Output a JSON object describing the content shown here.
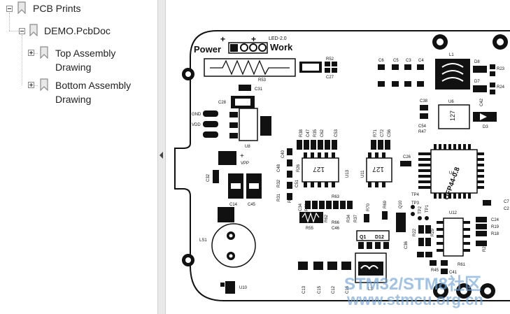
{
  "bookmarks": {
    "root": {
      "label": "PCB Prints",
      "expanded": true
    },
    "doc": {
      "label": "DEMO.PcbDoc",
      "expanded": true
    },
    "items": [
      {
        "label_line1": "Top Assembly",
        "label_line2": "Drawing",
        "expanded": false
      },
      {
        "label_line1": "Bottom Assembly",
        "label_line2": "Drawing",
        "expanded": false
      }
    ]
  },
  "pcb": {
    "labels": {
      "power": "Power",
      "work": "Work",
      "led": "LED-2.0",
      "plus": "+",
      "r52": "R52",
      "c27": "C27",
      "r53": "R53",
      "c31": "C31",
      "c28": "C28",
      "gnd": "GND",
      "vdd": "VDD",
      "u8": "U8",
      "vpp": "VPP",
      "c32": "C32",
      "c14": "C14",
      "c45": "C45",
      "ls1": "LS1",
      "u10": "U10",
      "c6": "C6",
      "c5": "C5",
      "c3": "C3",
      "c4": "C4",
      "l1": "L1",
      "d8": "D8",
      "d7": "D7",
      "r23": "R23",
      "r24": "R24",
      "c38": "C38",
      "u6": "U6",
      "c42": "C42",
      "d3": "D3",
      "r47": "R47",
      "c54": "C54",
      "r38": "R38",
      "c47": "C47",
      "r35": "R35",
      "c62": "C62",
      "c53": "C53",
      "c40": "C40",
      "c48": "C48",
      "r26": "R26",
      "r32": "R32",
      "c51": "C51",
      "r31": "R31",
      "r33": "R33",
      "u13": "U13",
      "u11": "U11",
      "r71": "R71",
      "c72": "C72",
      "c56": "C56",
      "c26": "C26",
      "qfp": "QFP44-0.8",
      "u4": "U4",
      "c34": "C34",
      "r60": "R60",
      "r63": "R63",
      "r62": "R62",
      "r66": "R66",
      "r34": "R34",
      "r37": "R37",
      "r55": "R55",
      "c46": "C46",
      "r70": "R70",
      "r69": "R69",
      "q10": "Q10",
      "tp1": "TP1",
      "tp2": "TP2",
      "tp3": "TP3",
      "tp4": "TP4",
      "q1": "Q1",
      "d12": "D12",
      "u12": "U12",
      "c24": "C24",
      "r19": "R19",
      "r18": "R18",
      "r20": "R20",
      "r22": "R22",
      "r29": "R29",
      "c36": "C36",
      "r61": "R61",
      "r45": "R45",
      "c41": "C41",
      "c13": "C13",
      "c15": "C15",
      "c12": "C12",
      "c16": "C16",
      "l3": "L3",
      "c7": "C7",
      "c2": "C2",
      "chip127a": "127",
      "chip127b": "127",
      "chip127c": "127"
    },
    "watermark": {
      "line1": "STM32/STM8社区",
      "line2": "www.stmcu.org.cn"
    }
  }
}
